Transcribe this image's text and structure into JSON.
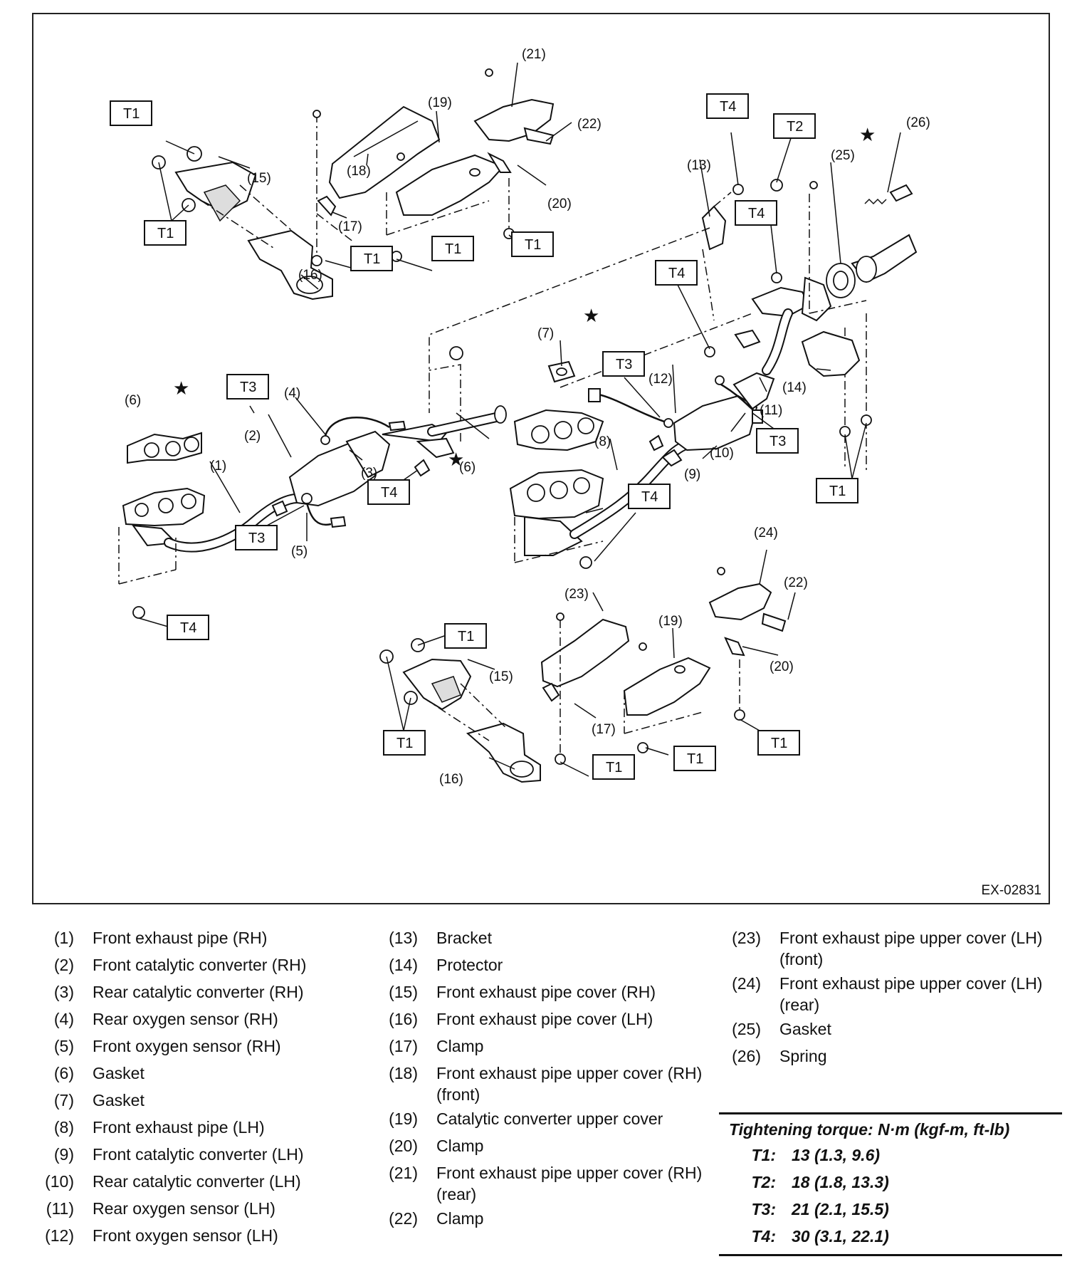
{
  "diagram": {
    "code": "EX-02831",
    "callouts": {
      "c1": "(1)",
      "c2": "(2)",
      "c3": "(3)",
      "c4": "(4)",
      "c5": "(5)",
      "c6a": "(6)",
      "c6b": "(6)",
      "c7": "(7)",
      "c8": "(8)",
      "c9": "(9)",
      "c10": "(10)",
      "c11": "(11)",
      "c12": "(12)",
      "c13": "(13)",
      "c14": "(14)",
      "c15a": "(15)",
      "c15b": "(15)",
      "c16a": "(16)",
      "c16b": "(16)",
      "c17a": "(17)",
      "c17b": "(17)",
      "c18": "(18)",
      "c19a": "(19)",
      "c19b": "(19)",
      "c20a": "(20)",
      "c20b": "(20)",
      "c21": "(21)",
      "c22a": "(22)",
      "c22b": "(22)",
      "c23": "(23)",
      "c24": "(24)",
      "c25": "(25)",
      "c26": "(26)"
    },
    "torque_tags": {
      "t_a": "T1",
      "t_b": "T1",
      "t_c": "T1",
      "t_d": "T1",
      "t_e": "T1",
      "t_f": "T4",
      "t_g": "T2",
      "t_h": "T4",
      "t_i": "T4",
      "t_j": "T3",
      "t_k": "T3",
      "t_l": "T3",
      "t_m": "T3",
      "t_n": "T4",
      "t_o": "T4",
      "t_p": "T1",
      "t_q": "T4",
      "t_r": "T1",
      "t_s": "T1",
      "t_t": "T1",
      "t_u": "T1",
      "t_v": "T1"
    }
  },
  "legend": {
    "col1": [
      {
        "num": "(1)",
        "text": "Front exhaust pipe (RH)"
      },
      {
        "num": "(2)",
        "text": "Front catalytic converter (RH)"
      },
      {
        "num": "(3)",
        "text": "Rear catalytic converter (RH)"
      },
      {
        "num": "(4)",
        "text": "Rear oxygen sensor (RH)"
      },
      {
        "num": "(5)",
        "text": "Front oxygen sensor (RH)"
      },
      {
        "num": "(6)",
        "text": "Gasket"
      },
      {
        "num": "(7)",
        "text": "Gasket"
      },
      {
        "num": "(8)",
        "text": "Front exhaust pipe (LH)"
      },
      {
        "num": "(9)",
        "text": "Front catalytic converter (LH)"
      },
      {
        "num": "(10)",
        "text": "Rear catalytic converter (LH)"
      },
      {
        "num": "(11)",
        "text": "Rear oxygen sensor (LH)"
      },
      {
        "num": "(12)",
        "text": "Front oxygen sensor (LH)"
      }
    ],
    "col2": [
      {
        "num": "(13)",
        "text": "Bracket"
      },
      {
        "num": "(14)",
        "text": "Protector"
      },
      {
        "num": "(15)",
        "text": "Front exhaust pipe cover (RH)"
      },
      {
        "num": "(16)",
        "text": "Front exhaust pipe cover (LH)"
      },
      {
        "num": "(17)",
        "text": "Clamp"
      },
      {
        "num": "(18)",
        "text": "Front exhaust pipe upper cover (RH) (front)"
      },
      {
        "num": "(19)",
        "text": "Catalytic converter upper cover"
      },
      {
        "num": "(20)",
        "text": "Clamp"
      },
      {
        "num": "(21)",
        "text": "Front exhaust pipe upper cover (RH) (rear)"
      },
      {
        "num": "(22)",
        "text": "Clamp"
      }
    ],
    "col3": [
      {
        "num": "(23)",
        "text": "Front exhaust pipe upper cover (LH) (front)"
      },
      {
        "num": "(24)",
        "text": "Front exhaust pipe upper cover (LH) (rear)"
      },
      {
        "num": "(25)",
        "text": "Gasket"
      },
      {
        "num": "(26)",
        "text": "Spring"
      }
    ]
  },
  "torque": {
    "title": "Tightening torque: N·m (kgf-m, ft-lb)",
    "rows": [
      {
        "key": "T1:",
        "value": "13 (1.3, 9.6)"
      },
      {
        "key": "T2:",
        "value": "18 (1.8, 13.3)"
      },
      {
        "key": "T3:",
        "value": "21 (2.1, 15.5)"
      },
      {
        "key": "T4:",
        "value": "30 (3.1, 22.1)"
      }
    ]
  }
}
